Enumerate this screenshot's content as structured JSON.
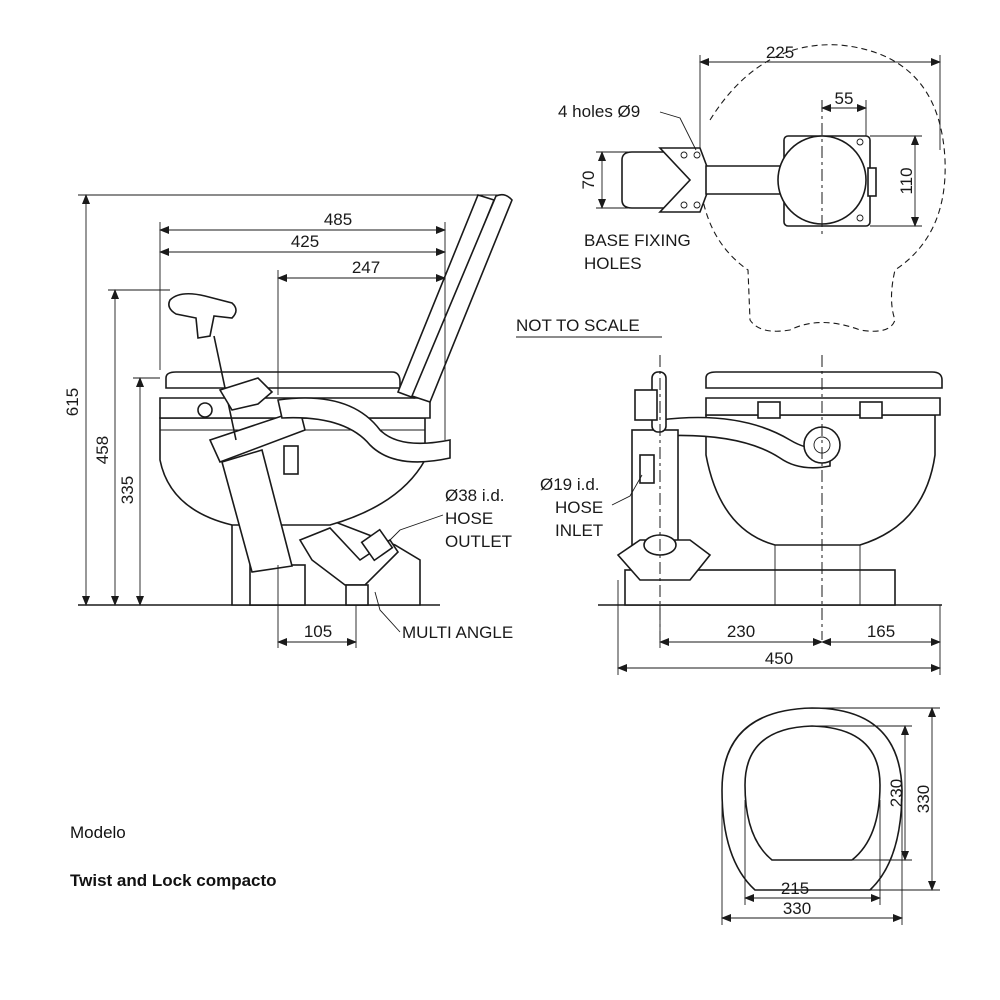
{
  "note": "NOT TO SCALE",
  "model": {
    "label": "Modelo",
    "name": "Twist and Lock compacto"
  },
  "side_view": {
    "dims": {
      "overall_length": "485",
      "seat_length": "425",
      "pump_to_rim": "247",
      "overall_height": "615",
      "seat_height": "458",
      "rim_height": "335",
      "outlet_offset": "105"
    },
    "labels": {
      "outlet_line1": "Ø38 i.d.",
      "outlet_line2": "HOSE",
      "outlet_line3": "OUTLET",
      "multi_angle": "MULTI ANGLE"
    }
  },
  "base_view": {
    "dims": {
      "width": "225",
      "bowl_offset": "55",
      "pump_base": "70",
      "bowl_base": "110"
    },
    "labels": {
      "holes": "4 holes Ø9",
      "fixing_line1": "BASE FIXING",
      "fixing_line2": "HOLES"
    }
  },
  "front_view": {
    "dims": {
      "pump_to_center": "230",
      "center_to_edge": "165",
      "overall_width": "450"
    },
    "labels": {
      "inlet_line1": "Ø19 i.d.",
      "inlet_line2": "HOSE",
      "inlet_line3": "INLET"
    }
  },
  "seat_view": {
    "dims": {
      "inner_height": "230",
      "outer_height": "330",
      "inner_width": "215",
      "outer_width": "330"
    }
  }
}
